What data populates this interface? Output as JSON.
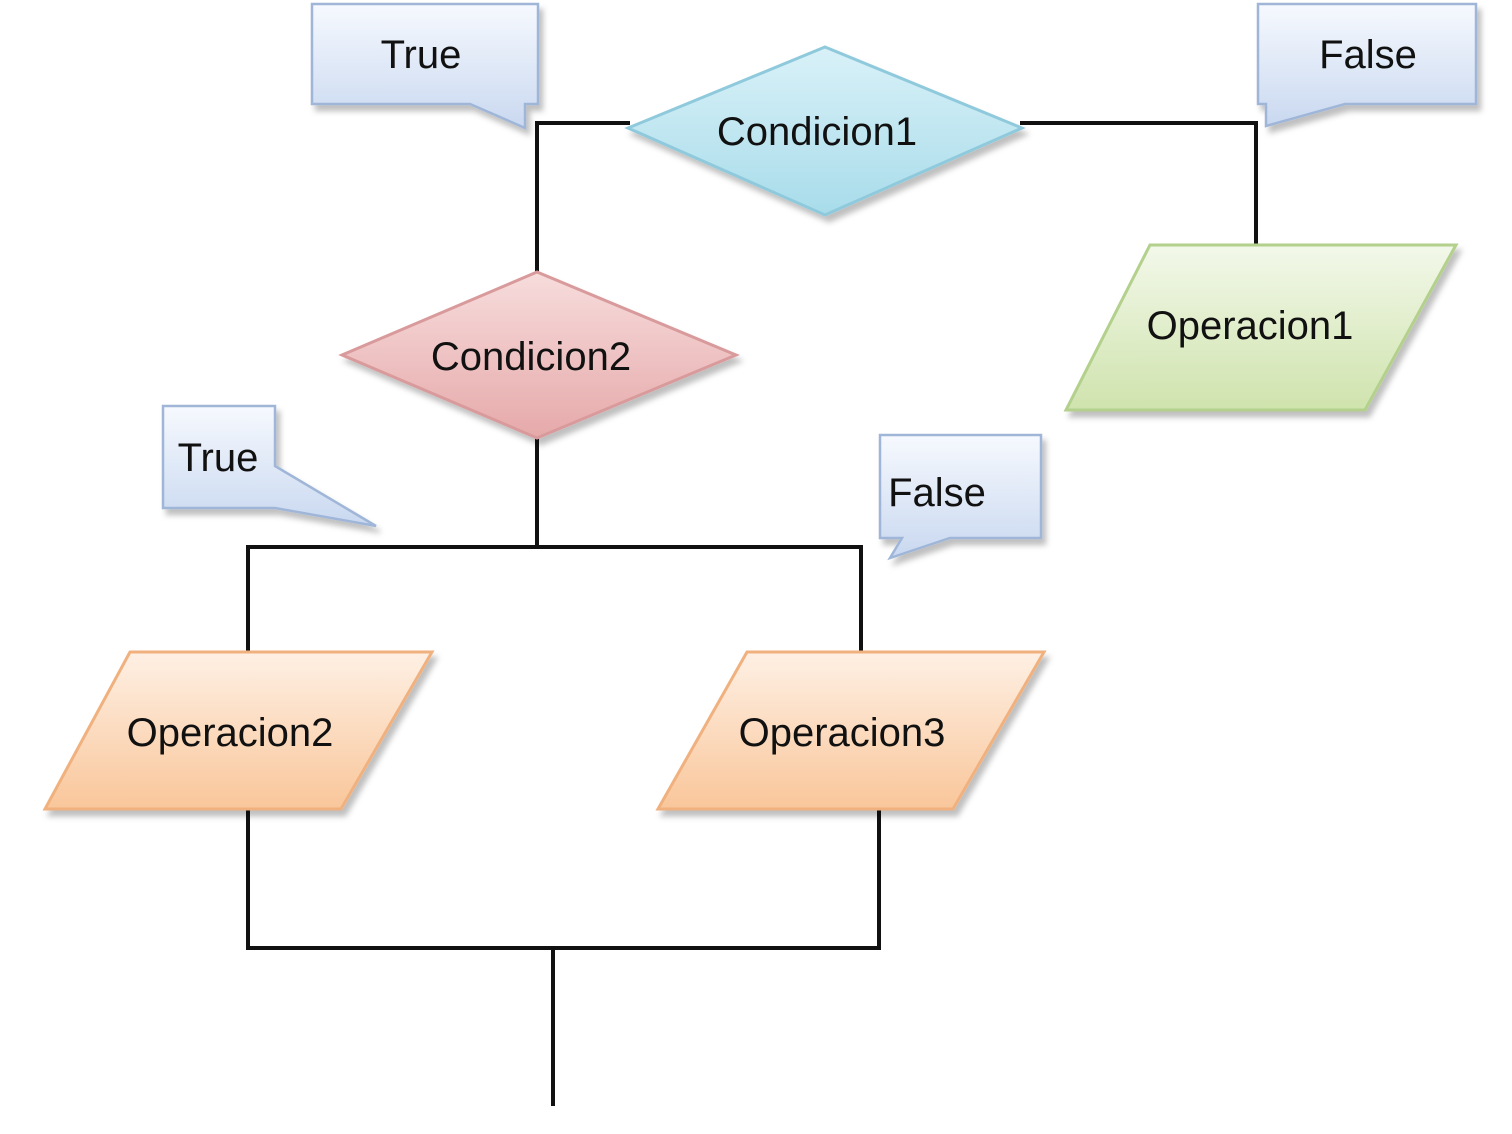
{
  "diagram": {
    "condition1": {
      "label": "Condicion1",
      "fill_color": "#c9e8f2",
      "stroke_color": "#8fc9dc"
    },
    "condition2": {
      "label": "Condicion2",
      "fill_color": "#f2c7c8",
      "stroke_color": "#d99a9c"
    },
    "operation1": {
      "label": "Operacion1",
      "fill_color": "#dfeec7",
      "stroke_color": "#b3d08c"
    },
    "operation2": {
      "label": "Operacion2",
      "fill_color": "#fcd9b8",
      "stroke_color": "#f0b17f"
    },
    "operation3": {
      "label": "Operacion3",
      "fill_color": "#fcd9b8",
      "stroke_color": "#f0b17f"
    },
    "callouts": {
      "condition1_true": "True",
      "condition1_false": "False",
      "condition2_true": "True",
      "condition2_false": "False",
      "fill_color": "#e6eefb",
      "stroke_color": "#9fb6d8"
    },
    "connector_color": "#111111"
  }
}
